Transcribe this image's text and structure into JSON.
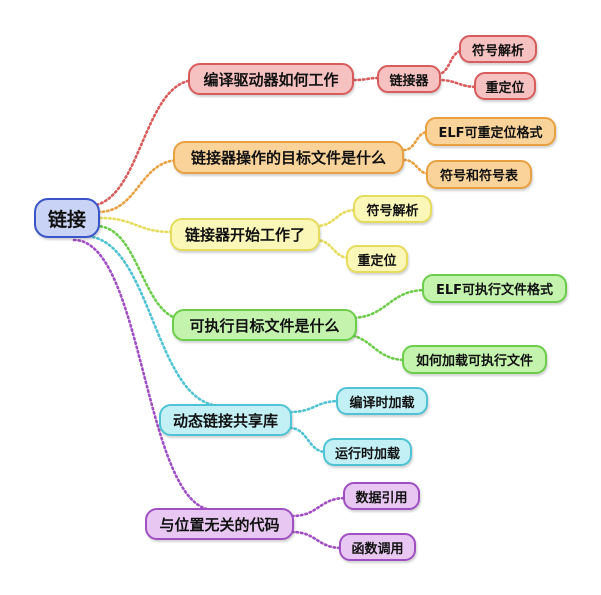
{
  "root": {
    "label": "链接",
    "fill": "#c9d3f5",
    "stroke": "#3a55c8"
  },
  "branches": [
    {
      "label": "编译驱动器如何工作",
      "fill": "#f6c1c1",
      "stroke": "#d85c5c",
      "children": [
        {
          "label": "链接器",
          "children": [
            {
              "label": "符号解析"
            },
            {
              "label": "重定位"
            }
          ]
        }
      ]
    },
    {
      "label": "链接器操作的目标文件是什么",
      "fill": "#f9d39a",
      "stroke": "#e8a040",
      "children": [
        {
          "label": "ELF可重定位格式"
        },
        {
          "label": "符号和符号表"
        }
      ]
    },
    {
      "label": "链接器开始工作了",
      "fill": "#fbf7b8",
      "stroke": "#e6dc5c",
      "children": [
        {
          "label": "符号解析"
        },
        {
          "label": "重定位"
        }
      ]
    },
    {
      "label": "可执行目标文件是什么",
      "fill": "#c4f3ae",
      "stroke": "#6ccd4a",
      "children": [
        {
          "label": "ELF可执行文件格式"
        },
        {
          "label": "如何加载可执行文件"
        }
      ]
    },
    {
      "label": "动态链接共享库",
      "fill": "#c3f0f5",
      "stroke": "#4fc3d3",
      "children": [
        {
          "label": "编译时加载"
        },
        {
          "label": "运行时加载"
        }
      ]
    },
    {
      "label": "与位置无关的代码",
      "fill": "#e8c8f2",
      "stroke": "#a04fc3",
      "children": [
        {
          "label": "数据引用"
        },
        {
          "label": "函数调用"
        }
      ]
    }
  ]
}
